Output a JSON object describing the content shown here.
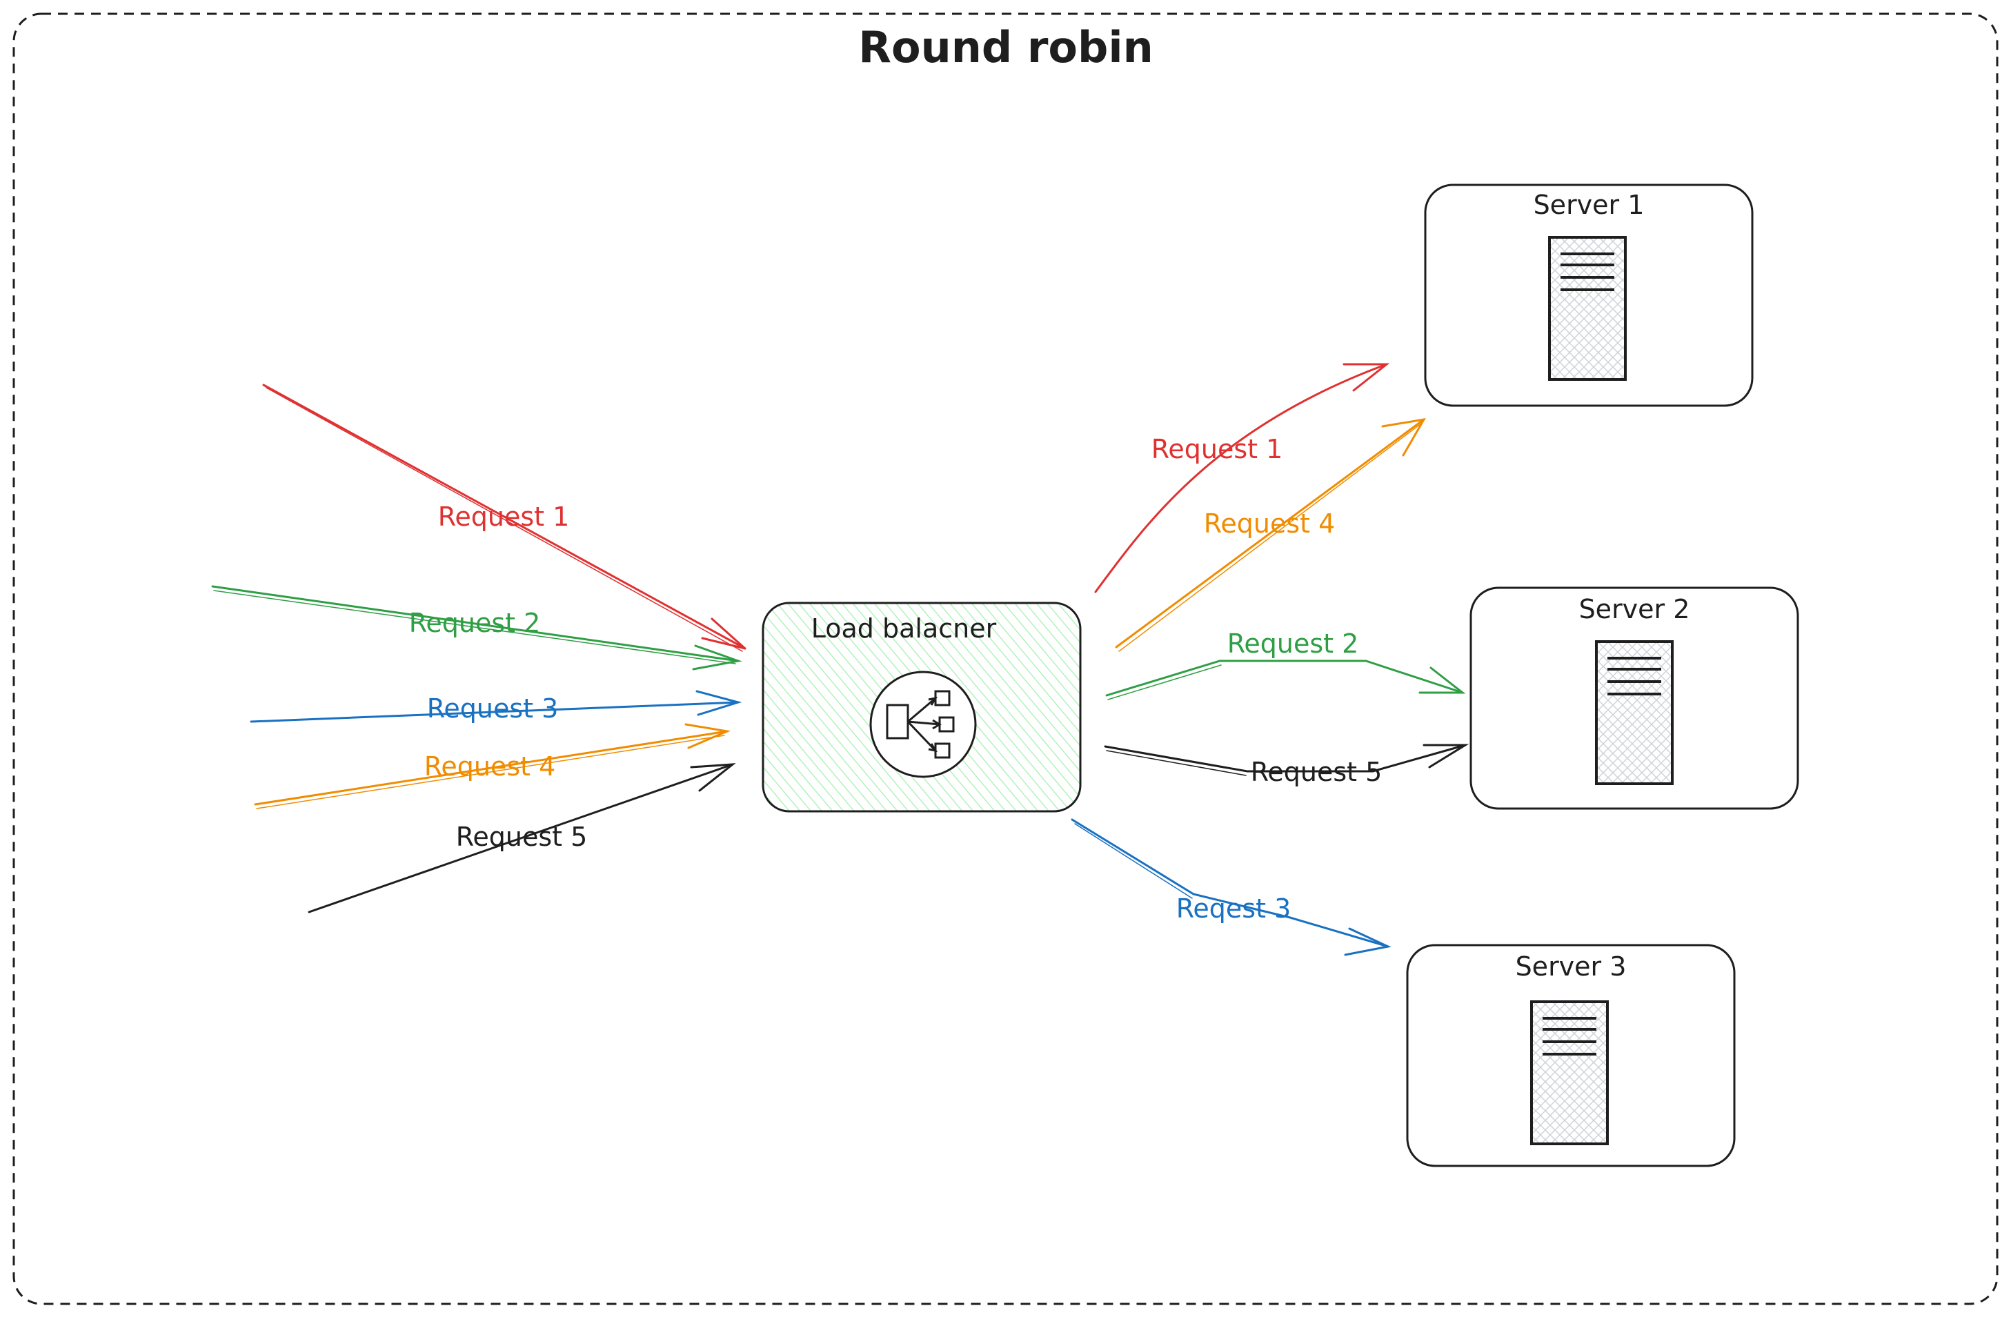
{
  "title": "Round robin",
  "colors": {
    "stroke": "#1e1e1e",
    "red": "#e03131",
    "green": "#2f9e44",
    "blue": "#1971c2",
    "orange": "#f08c00",
    "black": "#1e1e1e",
    "lb_fill": "#b2f2bb",
    "server_fill": "#dee2e6"
  },
  "load_balancer": {
    "label": "Load balacner",
    "icon": "load-balancer-icon"
  },
  "servers": [
    {
      "label": "Server 1",
      "icon": "server-rack-icon"
    },
    {
      "label": "Server 2",
      "icon": "server-rack-icon"
    },
    {
      "label": "Server 3",
      "icon": "server-rack-icon"
    }
  ],
  "incoming_requests": [
    {
      "label": "Request 1",
      "color": "red"
    },
    {
      "label": "Request 2",
      "color": "green"
    },
    {
      "label": "Request 3",
      "color": "blue"
    },
    {
      "label": "Request 4",
      "color": "orange"
    },
    {
      "label": "Request 5",
      "color": "black"
    }
  ],
  "outgoing_requests": [
    {
      "label": "Request 1",
      "color": "red",
      "target": "Server 1"
    },
    {
      "label": "Request 4",
      "color": "orange",
      "target": "Server 1"
    },
    {
      "label": "Request 2",
      "color": "green",
      "target": "Server 2"
    },
    {
      "label": "Request 5",
      "color": "black",
      "target": "Server 2"
    },
    {
      "label": "Reqest 3",
      "color": "blue",
      "target": "Server 3"
    }
  ]
}
